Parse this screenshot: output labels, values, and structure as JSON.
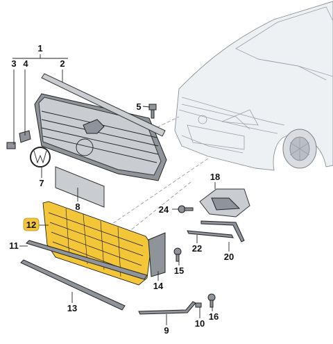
{
  "callouts": [
    {
      "id": "1",
      "label": "1",
      "highlight": false
    },
    {
      "id": "2",
      "label": "2",
      "highlight": false
    },
    {
      "id": "3",
      "label": "3",
      "highlight": false
    },
    {
      "id": "4",
      "label": "4",
      "highlight": false
    },
    {
      "id": "5",
      "label": "5",
      "highlight": false
    },
    {
      "id": "7",
      "label": "7",
      "highlight": false
    },
    {
      "id": "8",
      "label": "8",
      "highlight": false
    },
    {
      "id": "9",
      "label": "9",
      "highlight": false
    },
    {
      "id": "10",
      "label": "10",
      "highlight": false
    },
    {
      "id": "11",
      "label": "11",
      "highlight": false
    },
    {
      "id": "12",
      "label": "12",
      "highlight": true
    },
    {
      "id": "13",
      "label": "13",
      "highlight": false
    },
    {
      "id": "14",
      "label": "14",
      "highlight": false
    },
    {
      "id": "15",
      "label": "15",
      "highlight": false
    },
    {
      "id": "16",
      "label": "16",
      "highlight": false
    },
    {
      "id": "18",
      "label": "18",
      "highlight": false
    },
    {
      "id": "20",
      "label": "20",
      "highlight": false
    },
    {
      "id": "22",
      "label": "22",
      "highlight": false
    },
    {
      "id": "24",
      "label": "24",
      "highlight": false
    }
  ],
  "colors": {
    "highlight": "#f3c63a",
    "part_fill": "#c9ccd0",
    "part_dark": "#8f949a",
    "car_fill": "#eef1f4"
  }
}
